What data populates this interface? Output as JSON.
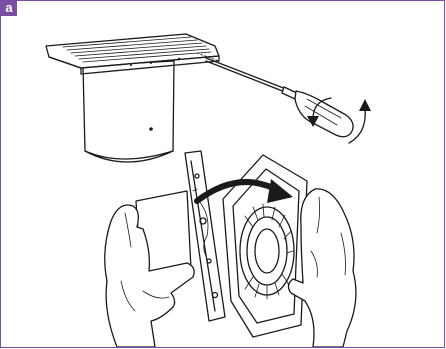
{
  "panel": {
    "label": "a",
    "frame_color": "#7a4ea3"
  },
  "icons": {
    "step1": "fan-cover-removal-screwdriver",
    "step2": "fan-front-panel-opening-hands"
  }
}
